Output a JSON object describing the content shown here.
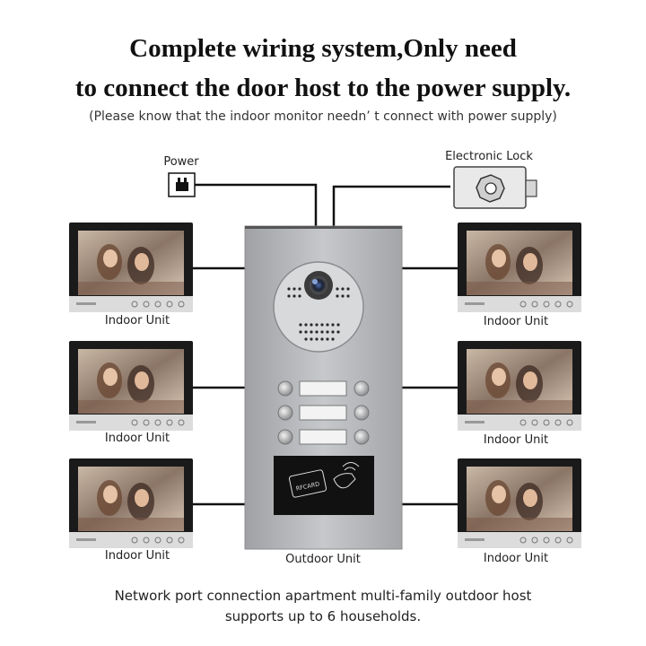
{
  "header": {
    "title_line1": "Complete wiring system,Only need",
    "title_line2": "to connect the door host to the power supply.",
    "subtitle": "(Please know that the indoor monitor needn’ t connect with power supply)"
  },
  "labels": {
    "power": "Power",
    "lock": "Electronic Lock",
    "indoor_unit": "Indoor Unit",
    "outdoor_unit": "Outdoor Unit",
    "rfcard": "RFCARD"
  },
  "footer": {
    "line1": "Network port connection apartment multi-family outdoor host",
    "line2": "supports up to 6 households."
  },
  "colors": {
    "panel": "#b7b9bc",
    "wire": "#111111",
    "monitor_frame": "#1a1a1a"
  }
}
